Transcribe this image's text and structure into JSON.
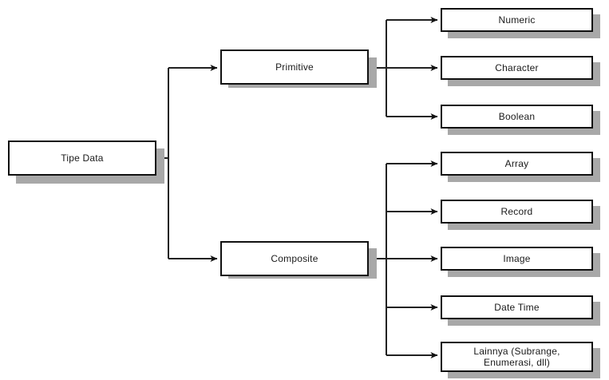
{
  "diagram": {
    "title": "Tipe Data",
    "type": "tree",
    "orientation": "left-to-right",
    "colors": {
      "background": "#ffffff",
      "node_fill": "#ffffff",
      "node_border": "#111111",
      "shadow": "#a8a8a8",
      "text": "#1a1a1a",
      "edge": "#222222"
    },
    "root": {
      "label": "Tipe Data"
    },
    "branches": [
      {
        "label": "Primitive"
      },
      {
        "label": "Composite"
      }
    ],
    "primitive_leaves": [
      {
        "label": "Numeric"
      },
      {
        "label": "Character"
      },
      {
        "label": "Boolean"
      }
    ],
    "composite_leaves": [
      {
        "label": "Array"
      },
      {
        "label": "Record"
      },
      {
        "label": "Image"
      },
      {
        "label": "Date Time"
      },
      {
        "label": "Lainnya (Subrange,\nEnumerasi, dll)"
      }
    ]
  }
}
